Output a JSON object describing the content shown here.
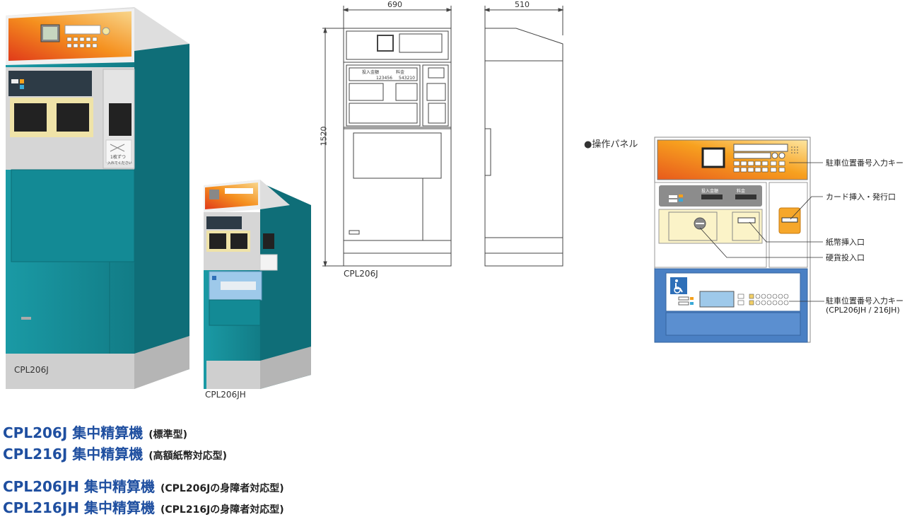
{
  "photo_labels": {
    "large": "CPL206J",
    "small": "CPL206JH"
  },
  "photo_panel_text": {
    "line1": "1枚ずつ",
    "line2": "入れてください"
  },
  "front_drawing": {
    "width_dim": "690",
    "height_dim": "1520",
    "caption": "CPL206J",
    "inner_labels": {
      "in_amount": "投入金額",
      "fee": "料金",
      "in_value": "123456",
      "fee_value": "543210"
    }
  },
  "side_drawing": {
    "width_dim": "510"
  },
  "panel_diagram": {
    "heading": "●操作パネル",
    "top_labels": {
      "in_amount": "投入金額",
      "fee": "料金"
    },
    "callouts": {
      "keypad_top": "駐車位置番号入力キー",
      "card": "カード挿入・発行口",
      "bill": "紙幣挿入口",
      "coin": "硬貨投入口",
      "keypad_bottom": "駐車位置番号入力キー",
      "keypad_bottom_note": "(CPL206JH / 216JH)"
    },
    "colors": {
      "panel_blue": "#4a80c4",
      "orange": "#f2841e",
      "cream": "#fbf3c8"
    }
  },
  "titles": [
    {
      "main": "CPL206J 集中精算機",
      "sub": "(標準型)"
    },
    {
      "main": "CPL216J 集中精算機",
      "sub": "(高額紙幣対応型)"
    },
    {
      "main": "CPL206JH 集中精算機",
      "sub": "(CPL206Jの身障者対応型)"
    },
    {
      "main": "CPL216JH 集中精算機",
      "sub": "(CPL216Jの身障者対応型)"
    }
  ]
}
